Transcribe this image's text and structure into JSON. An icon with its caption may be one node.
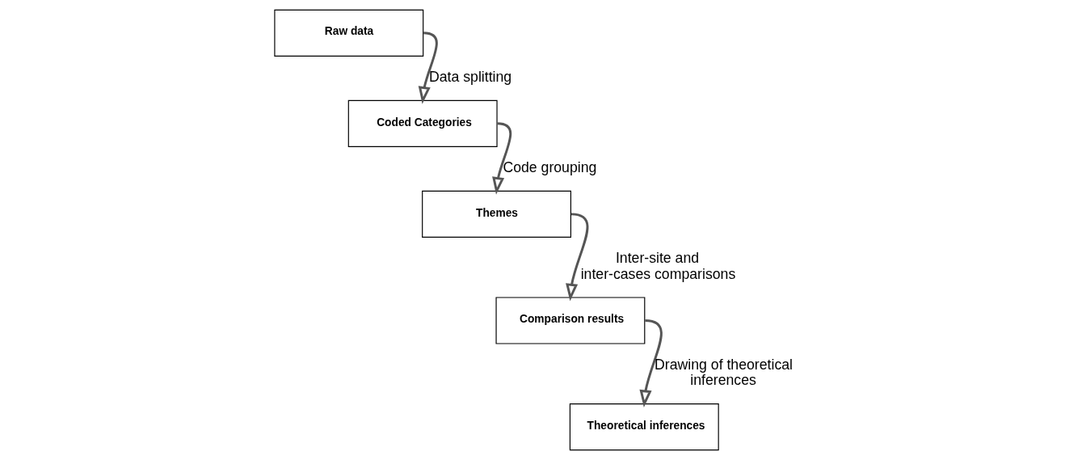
{
  "diagram": {
    "nodes": [
      {
        "text": [
          "Raw data"
        ]
      },
      {
        "text": [
          "Coded Categories"
        ]
      },
      {
        "text": [
          "Themes"
        ]
      },
      {
        "text": [
          "Comparison results"
        ]
      },
      {
        "text": [
          "Theoretical inferences"
        ]
      }
    ],
    "edges": [
      {
        "from": 0,
        "to": 1,
        "arrow": "to",
        "label": "Data splitting"
      },
      {
        "from": 1,
        "to": 2,
        "arrow": "to",
        "label": "Code grouping"
      },
      {
        "from": 2,
        "to": 3,
        "arrow": "to",
        "label": "Inter-site and inter-cases comparisons"
      },
      {
        "from": 3,
        "to": 4,
        "arrow": "to",
        "label": "Drawing of theoretical inferences"
      }
    ]
  }
}
